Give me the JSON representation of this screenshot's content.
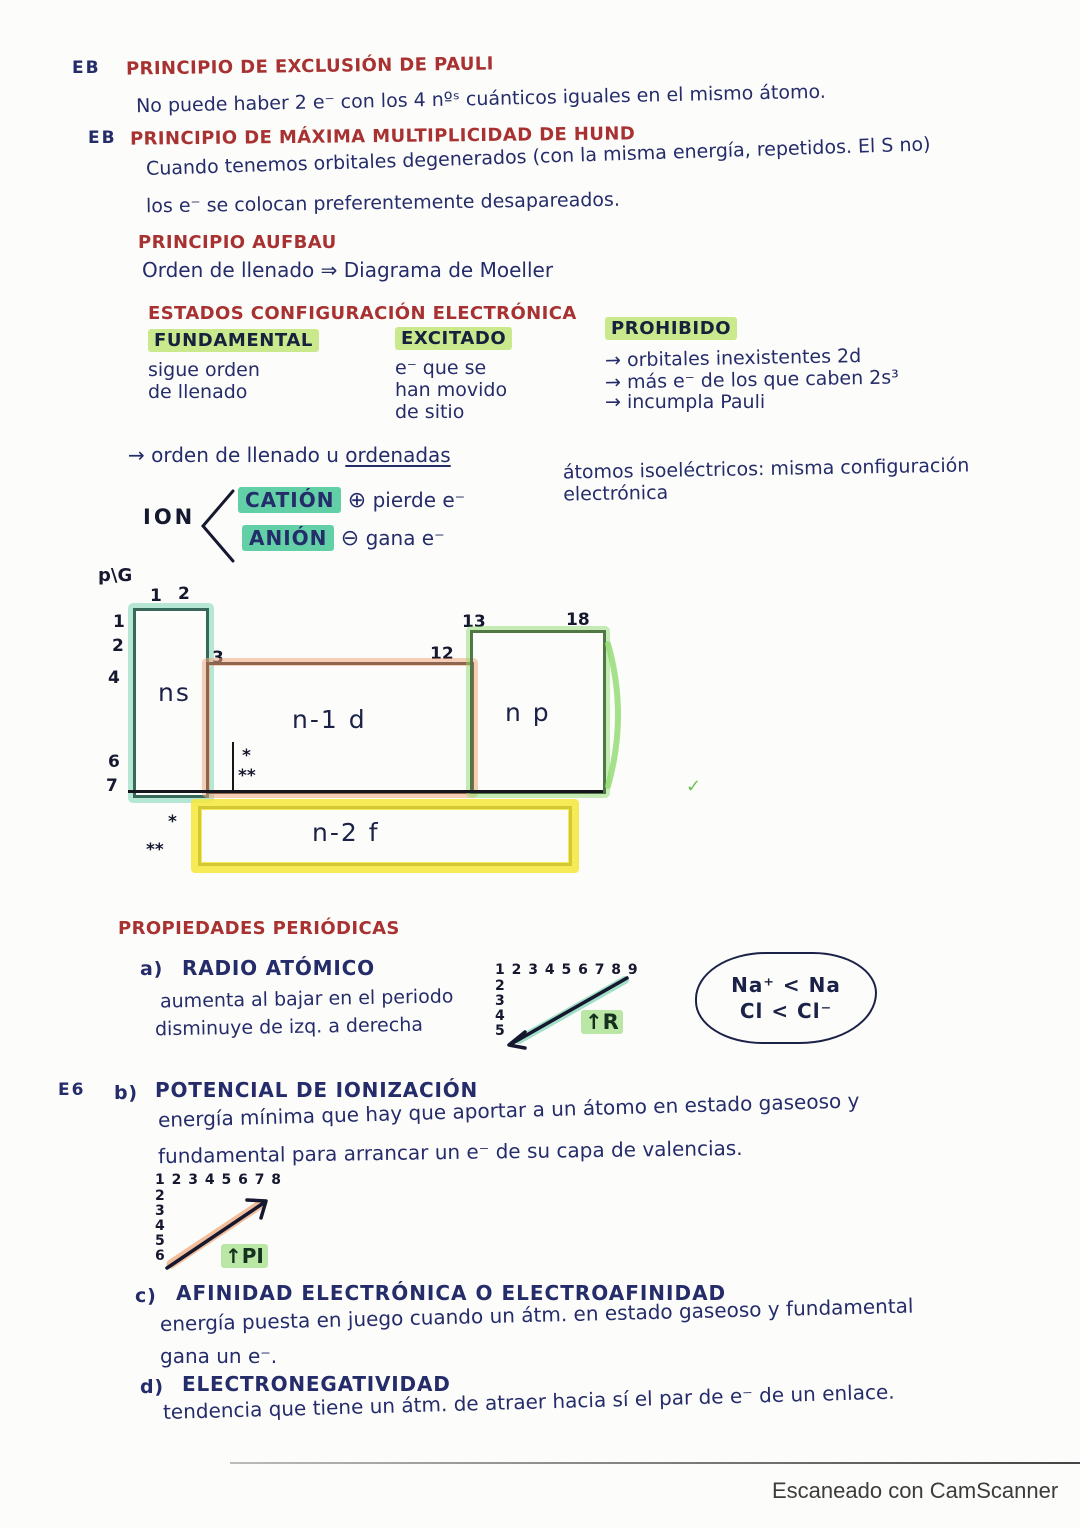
{
  "colors": {
    "paper": "#fcfcfa",
    "ink": "#252c6a",
    "heading_red": "#a83232",
    "hl_green": "#c9e98c",
    "hl_mint": "#62cfa7",
    "hl_salmon": "#f0a87c",
    "hl_yellow": "#f5e83a",
    "hl_pgreen": "#8ed96e",
    "credit_gray": "#3c3c3c"
  },
  "pauli": {
    "margin": "EB",
    "title": "PRINCIPIO DE EXCLUSIÓN DE PAULI",
    "body": "No puede haber 2 e⁻ con los 4 nºˢ cuánticos iguales en el mismo átomo."
  },
  "hund": {
    "margin": "EB",
    "title": "PRINCIPIO DE MÁXIMA MULTIPLICIDAD DE HUND",
    "body1": "Cuando tenemos orbitales degenerados (con la misma energía, repetidos. El S no)",
    "body2": "los e⁻ se colocan preferentemente desapareados."
  },
  "aufbau": {
    "title": "PRINCIPIO AUFBAU",
    "body": "Orden de llenado ⇒ Diagrama de Moeller"
  },
  "estados": {
    "title": "ESTADOS CONFIGURACIÓN ELECTRÓNICA",
    "fundamental": {
      "label": "FUNDAMENTAL",
      "line1": "sigue orden",
      "line2": "de llenado"
    },
    "excitado": {
      "label": "EXCITADO",
      "line1": "e⁻ que se",
      "line2": "han movido",
      "line3": "de sitio"
    },
    "prohibido": {
      "label": "PROHIBIDO",
      "item1": "→ orbitales inexistentes 2d",
      "item2": "→ más e⁻ de los que caben 2s³",
      "item3": "→ incumpla Pauli"
    }
  },
  "llenado": {
    "prefix": "→ orden de llenado  u ",
    "underlined": "ordenadas"
  },
  "ion": {
    "label": "ION",
    "cation_label": "CATIÓN",
    "cation_symbol": "⊕",
    "cation_text": "pierde e⁻",
    "anion_label": "ANIÓN",
    "anion_symbol": "⊖",
    "anion_text": "gana e⁻"
  },
  "isoelectric": {
    "line1": "átomos isoeléctricos: misma configuración",
    "line2": "electrónica"
  },
  "ptable": {
    "corner": "p\\G",
    "g1": "1",
    "g2": "2",
    "g3": "3",
    "g12": "12",
    "g13": "13",
    "g18": "18",
    "p1": "1",
    "p2": "2",
    "p4": "4",
    "p6": "6",
    "p7": "7",
    "ns_label": "ns",
    "d_label": "n-1 d",
    "p_label": "n p",
    "f_label": "n-2 f",
    "star": "*",
    "double_star": "**",
    "check": "✓"
  },
  "propiedades_title": "PROPIEDADES PERIÓDICAS",
  "radio": {
    "marker": "a)",
    "title": "RADIO ATÓMICO",
    "body1": "aumenta al bajar en el periodo",
    "body2": "disminuye de izq. a derecha",
    "diag_top": "1 2 3 4 5 6 7 8 9",
    "diag_left1": "2",
    "diag_left2": "3",
    "diag_left3": "4",
    "diag_left4": "5",
    "diag_label": "↑R",
    "cloud_line1": "Na⁺ < Na",
    "cloud_line2": "Cl < Cl⁻"
  },
  "ionizacion": {
    "margin": "E6",
    "marker": "b)",
    "title": "POTENCIAL DE IONIZACIÓN",
    "body1": "energía mínima que hay que aportar a un átomo en estado gaseoso y",
    "body2": "fundamental para arrancar un e⁻ de su capa de valencias.",
    "diag_top": "1 2 3 4 5 6 7 8",
    "diag_left1": "2",
    "diag_left2": "3",
    "diag_left3": "4",
    "diag_left4": "5",
    "diag_left5": "6",
    "diag_label": "↑PI"
  },
  "afinidad": {
    "marker": "c)",
    "title": "AFINIDAD ELECTRÓNICA O ELECTROAFINIDAD",
    "body1": "energía puesta en juego cuando un átm. en estado gaseoso y fundamental",
    "body2": "gana un e⁻."
  },
  "electroneg": {
    "marker": "d)",
    "title": "ELECTRONEGATIVIDAD",
    "body": "tendencia que tiene un átm. de atraer hacia sí el par de e⁻ de un enlace."
  },
  "credit": "Escaneado con CamScanner"
}
